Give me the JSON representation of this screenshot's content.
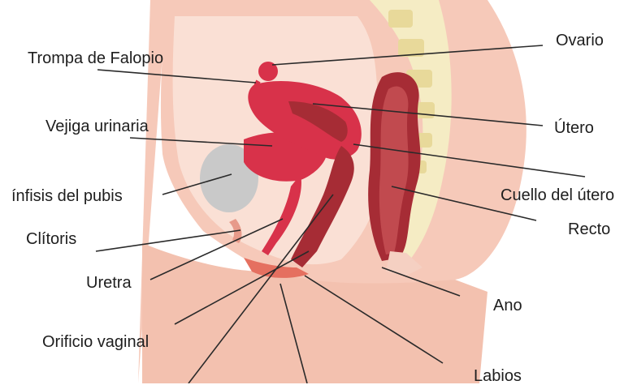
{
  "labels": {
    "trompa": "Trompa de Falopio",
    "ovario": "Ovario",
    "vejiga": "Vejiga urinaria",
    "utero": "Útero",
    "sinfisis": "ínfisis del pubis",
    "cuello": "Cuello del útero",
    "clitoris": "Clítoris",
    "recto": "Recto",
    "uretra": "Uretra",
    "ano": "Ano",
    "orificio": "Orificio vaginal",
    "labios": "Labios"
  },
  "colors": {
    "skin": "#f6c9b9",
    "skin_light": "#fae0d5",
    "organ_red": "#d8324a",
    "organ_dark": "#a62c35",
    "bone": "#f5ecc4",
    "bladder_gray": "#c9c9c9",
    "label_text": "#1e1e1e"
  }
}
